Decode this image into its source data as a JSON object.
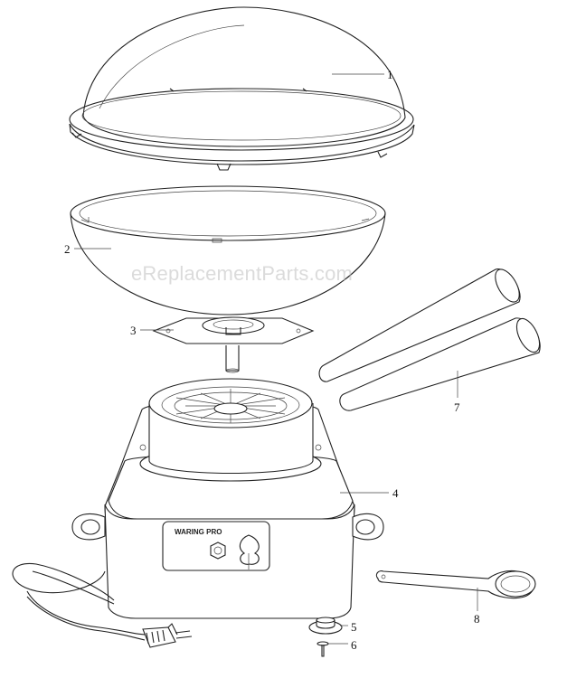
{
  "watermark": "eReplacementParts.com",
  "brand_label": "WARING PRO",
  "callouts": [
    {
      "id": "1"
    },
    {
      "id": "2"
    },
    {
      "id": "3"
    },
    {
      "id": "4"
    },
    {
      "id": "5"
    },
    {
      "id": "6"
    },
    {
      "id": "7"
    },
    {
      "id": "8"
    }
  ],
  "parts": [
    {
      "number": "1",
      "name": "dome-cover"
    },
    {
      "number": "2",
      "name": "bowl"
    },
    {
      "number": "3",
      "name": "spinner-head"
    },
    {
      "number": "4",
      "name": "base"
    },
    {
      "number": "5",
      "name": "foot"
    },
    {
      "number": "6",
      "name": "screw"
    },
    {
      "number": "7",
      "name": "cones"
    },
    {
      "number": "8",
      "name": "scoop"
    }
  ]
}
